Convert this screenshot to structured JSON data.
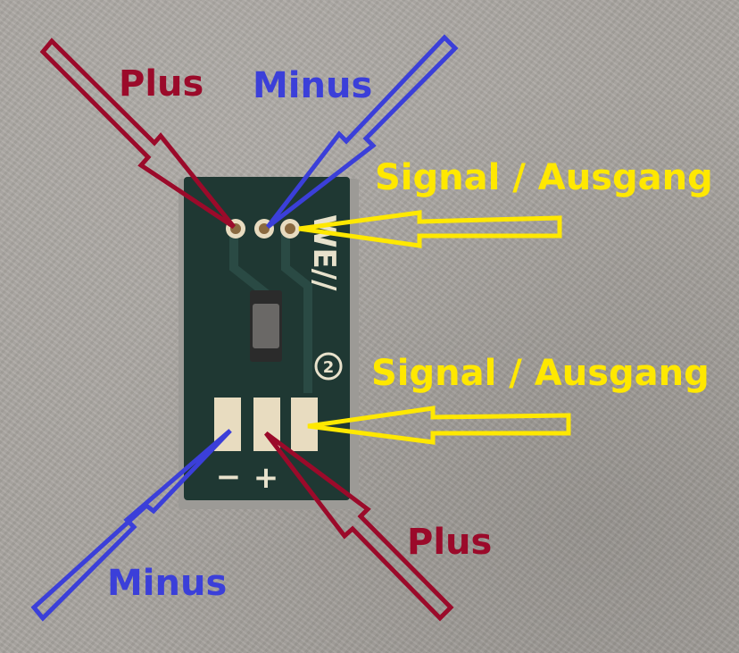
{
  "labels": {
    "top_plus": "Plus",
    "top_minus": "Minus",
    "signal_top": "Signal / Ausgang",
    "signal_bottom": "Signal / Ausgang",
    "bottom_minus": "Minus",
    "bottom_plus": "Plus"
  },
  "board": {
    "silkscreen_text": "WE//",
    "silkscreen_circled": "2",
    "pad_minus": "−",
    "pad_plus": "+"
  },
  "colors": {
    "plus": "#9b0a2a",
    "minus": "#3b3fd9",
    "signal": "#ffe800",
    "pcb": "#1f3833",
    "copper": "#e8dcc0"
  }
}
